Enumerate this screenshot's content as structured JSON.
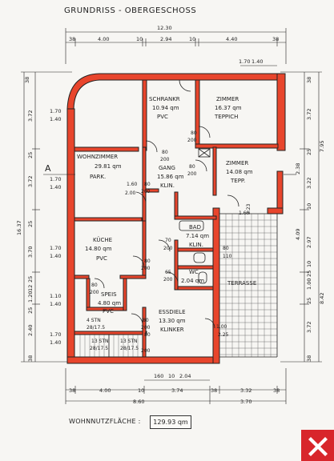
{
  "title": "GRUNDRISS - OBERGESCHOSS",
  "area_label": "WOHNNUTZFLÄCHE :",
  "area_value": "129.93 qm",
  "logo": {
    "icon": "raiffeisen-cross-icon",
    "color": "#d8262b"
  },
  "colors": {
    "wall": "#e8452c",
    "line": "#222222"
  },
  "rooms": [
    {
      "name": "SCHRANKR",
      "area": "10.94 qm",
      "floor": "PVC"
    },
    {
      "name": "ZIMMER",
      "area": "16.37 qm",
      "floor": "TEPPICH"
    },
    {
      "name": "WOHNZIMMER",
      "area": "29.81 qm",
      "floor": "PARK."
    },
    {
      "name": "GANG",
      "area": "15.86 qm",
      "floor": "KLIN."
    },
    {
      "name": "ZIMMER",
      "area": "14.08 qm",
      "floor": "TEPP."
    },
    {
      "name": "BAD",
      "area": "7.14 qm",
      "floor": "KLIN."
    },
    {
      "name": "KÜCHE",
      "area": "14.80 qm",
      "floor": "PVC"
    },
    {
      "name": "WC",
      "area": "2.04 qm",
      "floor": ""
    },
    {
      "name": "TERRASSE",
      "area": "",
      "floor": ""
    },
    {
      "name": "SPEIS",
      "area": "4.80 qm",
      "floor": "PVC"
    },
    {
      "name": "ESSDIELE",
      "area": "13.30 qm",
      "floor": "KLINKER"
    }
  ],
  "stairs": [
    {
      "label": "4 STN",
      "dim": "28/17.5"
    },
    {
      "label": "13 STN",
      "dim": "28/17.5"
    },
    {
      "label": "13 STN",
      "dim": "28/17.5"
    }
  ],
  "section_mark": "A",
  "dims_top": [
    "12.30",
    "38",
    "4.00",
    "10",
    "2.94",
    "10",
    "4.40",
    "38",
    "1.70",
    "1.40"
  ],
  "dims_bottom": [
    "160",
    "10",
    "2.04",
    "38",
    "4.00",
    "10",
    "3.74",
    "38",
    "3.32",
    "38",
    "8.60",
    "3.70"
  ],
  "dims_left": [
    "38",
    "1.70",
    "1.40",
    "3.72",
    "25",
    "1.70",
    "1.40",
    "3.72",
    "25",
    "16.37",
    "1.70",
    "1.40",
    "3.70",
    "25",
    "12",
    "1.20",
    "1.10",
    "1.40",
    "25",
    "2.40",
    "1.70",
    "1.40",
    "38"
  ],
  "dims_right": [
    "38",
    "3.72",
    "25",
    "7.95",
    "2.38",
    "3.22",
    "10",
    "4.09",
    "2.97",
    "10",
    "25",
    "1.00",
    "8.42",
    "25",
    "3.72",
    "38"
  ],
  "doors": [
    "80",
    "200",
    "80",
    "200",
    "80",
    "200",
    "80",
    "200",
    "1.60",
    "2.00",
    "1.60",
    "2.23",
    "70",
    "200",
    "80",
    "110",
    "80",
    "200",
    "65",
    "200",
    "80",
    "200",
    "80",
    "200",
    "1.00",
    "2.25",
    "80",
    "200"
  ]
}
